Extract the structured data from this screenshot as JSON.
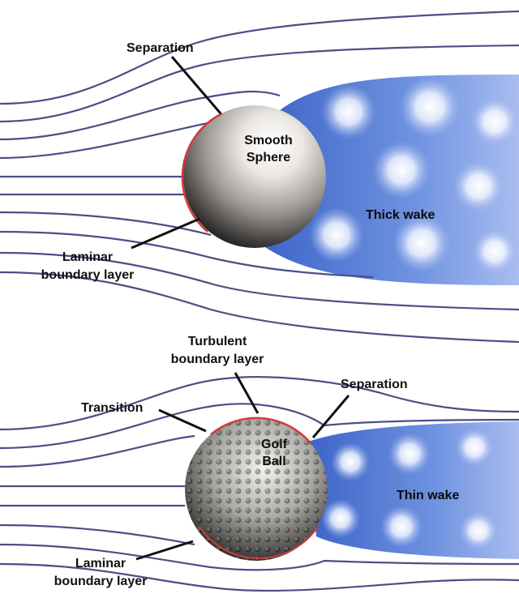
{
  "top_panel": {
    "separation_label": "Separation",
    "sphere_label_line1": "Smooth",
    "sphere_label_line2": "Sphere",
    "wake_label": "Thick wake",
    "laminar_label_line1": "Laminar",
    "laminar_label_line2": "boundary layer"
  },
  "bottom_panel": {
    "turbulent_label_line1": "Turbulent",
    "turbulent_label_line2": "boundary layer",
    "transition_label": "Transition",
    "separation_label": "Separation",
    "ball_label_line1": "Golf",
    "ball_label_line2": "Ball",
    "wake_label": "Thin wake",
    "laminar_label_line1": "Laminar",
    "laminar_label_line2": "boundary layer"
  },
  "colors": {
    "streamline": "#4a4f86",
    "wake_blue": "#5b7fd6",
    "wake_light": "#eaf0ff",
    "boundary_red": "#d23a3a",
    "leader": "#111111"
  }
}
